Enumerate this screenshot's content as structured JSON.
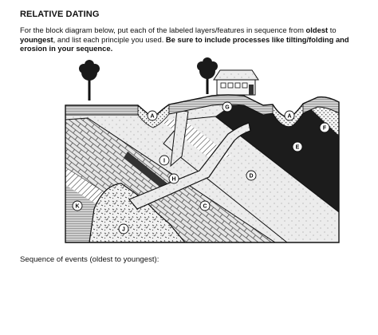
{
  "worksheet": {
    "title": "RELATIVE DATING",
    "instruction_part1": "For the block diagram below, put each of the labeled layers/features in sequence from ",
    "oldest": "oldest",
    "to_word": " to ",
    "youngest": "youngest",
    "instruction_part2": ", and list each principle you used. ",
    "instruction_bold": "Be sure to include processes like tilting/folding and erosion in your sequence.",
    "sequence_prompt": "Sequence of events (oldest to youngest):"
  },
  "diagram": {
    "labels": {
      "A1": "A",
      "A2": "A",
      "G": "G",
      "F": "F",
      "E": "E",
      "D": "D",
      "C": "C",
      "H": "H",
      "I": "I",
      "J": "J",
      "K": "K"
    }
  }
}
